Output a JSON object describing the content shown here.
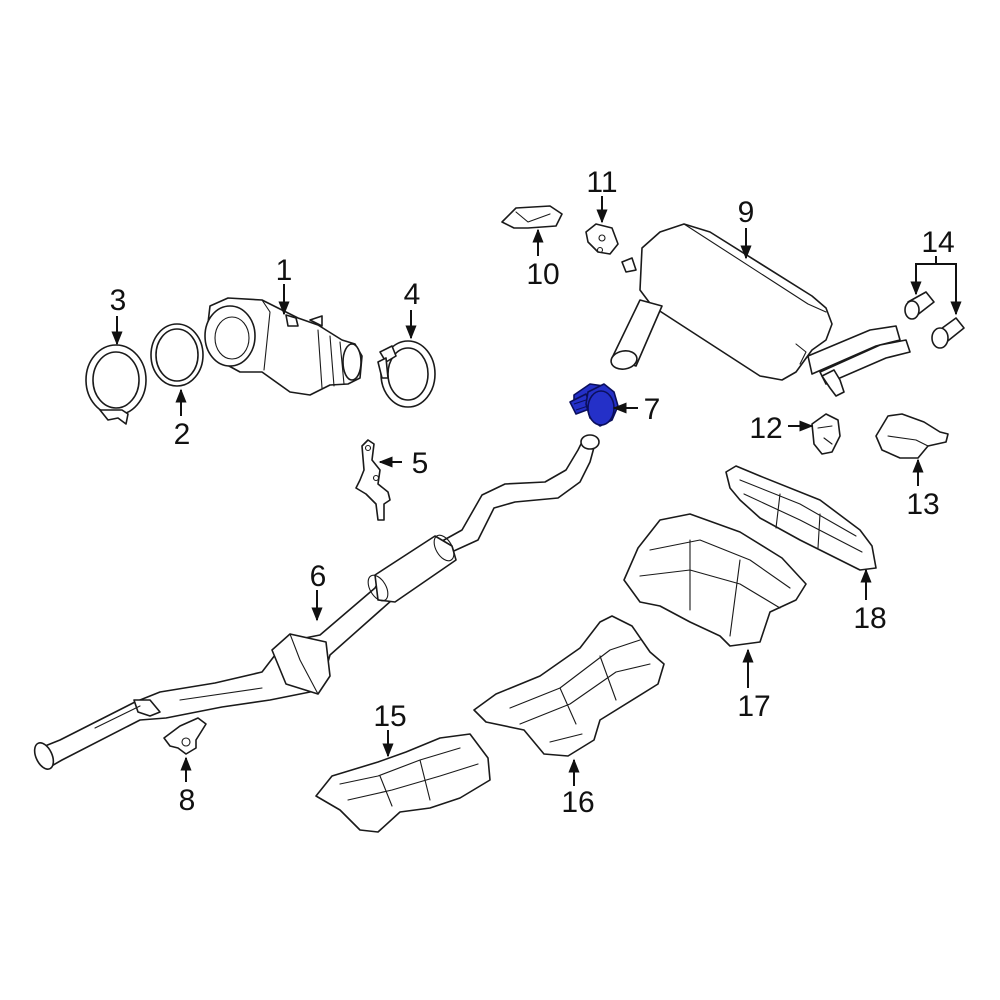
{
  "callouts": [
    {
      "number": "1"
    },
    {
      "number": "2"
    },
    {
      "number": "3"
    },
    {
      "number": "4"
    },
    {
      "number": "5"
    },
    {
      "number": "6"
    },
    {
      "number": "7"
    },
    {
      "number": "8"
    },
    {
      "number": "9"
    },
    {
      "number": "10"
    },
    {
      "number": "11"
    },
    {
      "number": "12"
    },
    {
      "number": "13"
    },
    {
      "number": "14"
    },
    {
      "number": "15"
    },
    {
      "number": "16"
    },
    {
      "number": "17"
    },
    {
      "number": "18"
    }
  ],
  "colors": {
    "highlight": "#2430c8",
    "line": "#1a1a1a",
    "background": "#ffffff"
  }
}
